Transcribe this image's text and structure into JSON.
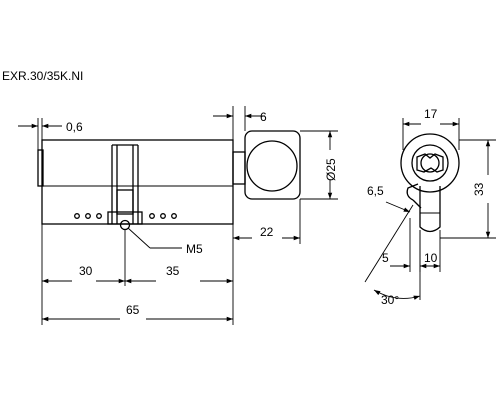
{
  "model_title": "EXR.30/35K.NI",
  "dims": {
    "gap_06": "0,6",
    "knob_depth": "6",
    "knob_dia": "Ø25",
    "knob_len": "22",
    "thread": "M5",
    "left_len": "30",
    "right_len": "35",
    "total_len": "65",
    "width_17": "17",
    "height_33": "33",
    "cam_65": "6,5",
    "dim_5": "5",
    "dim_10": "10",
    "angle": "30°"
  }
}
